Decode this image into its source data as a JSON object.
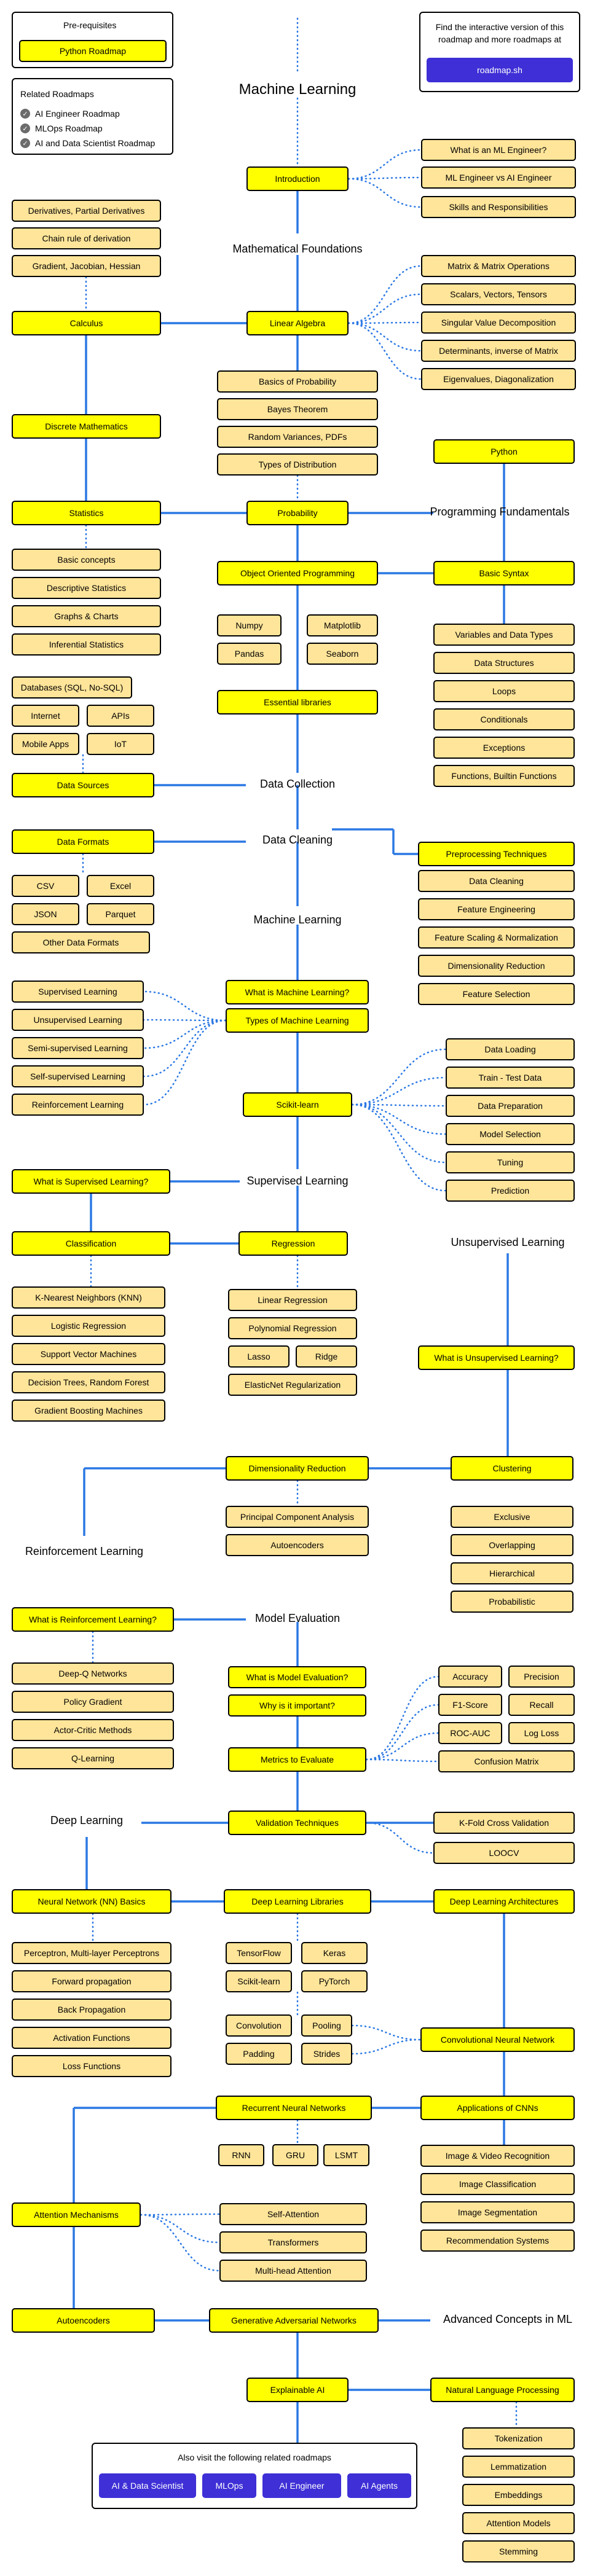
{
  "prerequisites": {
    "title": "Pre-requisites",
    "python_roadmap": "Python Roadmap"
  },
  "related_roadmaps": {
    "title": "Related Roadmaps",
    "items": [
      "AI Engineer Roadmap",
      "MLOps Roadmap",
      "AI and Data Scientist Roadmap"
    ]
  },
  "interactive": {
    "line1": "Find the interactive version of this",
    "line2": "roadmap and more roadmaps at",
    "button": "roadmap.sh"
  },
  "title": "Machine Learning",
  "intro": {
    "topic": "Introduction",
    "subs": [
      "What is an ML Engineer?",
      "ML Engineer vs AI Engineer",
      "Skills and Responsibilities"
    ]
  },
  "math": {
    "label": "Mathematical Foundations",
    "linear_algebra": "Linear Algebra",
    "la_subs": [
      "Matrix & Matrix Operations",
      "Scalars, Vectors, Tensors",
      "Singular Value Decomposition",
      "Determinants, inverse of Matrix",
      "Eigenvalues, Diagonalization"
    ],
    "calculus": "Calculus",
    "calc_subs": [
      "Derivatives, Partial Derivatives",
      "Chain rule of derivation",
      "Gradient, Jacobian, Hessian"
    ],
    "discrete": "Discrete Mathematics",
    "probability": "Probability",
    "prob_subs": [
      "Basics of Probability",
      "Bayes Theorem",
      "Random Variances, PDFs",
      "Types of Distribution"
    ],
    "statistics": "Statistics",
    "stat_subs": [
      "Basic concepts",
      "Descriptive Statistics",
      "Graphs & Charts",
      "Inferential Statistics"
    ]
  },
  "programming": {
    "label": "Programming Fundamentals",
    "python": "Python",
    "basic_syntax": "Basic Syntax",
    "oop": "Object Oriented Programming",
    "syntax_subs": [
      "Variables and Data Types",
      "Data Structures",
      "Loops",
      "Conditionals",
      "Exceptions",
      "Functions, Builtin Functions"
    ],
    "essential": "Essential libraries",
    "libs": [
      "Numpy",
      "Matplotlib",
      "Pandas",
      "Seaborn"
    ]
  },
  "data_collection": {
    "label": "Data Collection",
    "sources": "Data Sources",
    "source_subs": [
      "Databases (SQL, No-SQL)",
      "Internet",
      "APIs",
      "Mobile Apps",
      "IoT"
    ]
  },
  "data_cleaning": {
    "label": "Data Cleaning",
    "formats": "Data Formats",
    "format_subs": [
      "CSV",
      "Excel",
      "JSON",
      "Parquet",
      "Other Data Formats"
    ],
    "preprocessing": "Preprocessing Techniques",
    "prep_subs": [
      "Data Cleaning",
      "Feature Engineering",
      "Feature Scaling & Normalization",
      "Dimensionality Reduction",
      "Feature Selection"
    ]
  },
  "ml": {
    "label": "Machine Learning",
    "what_is": "What is Machine Learning?",
    "types": "Types of Machine Learning",
    "type_subs": [
      "Supervised Learning",
      "Unsupervised Learning",
      "Semi-supervised Learning",
      "Self-supervised Learning",
      "Reinforcement Learning"
    ],
    "sklearn": "Scikit-learn",
    "sklearn_subs": [
      "Data Loading",
      "Train - Test Data",
      "Data Preparation",
      "Model Selection",
      "Tuning",
      "Prediction"
    ]
  },
  "supervised": {
    "label": "Supervised Learning",
    "what_is": "What is Supervised Learning?",
    "classification": "Classification",
    "class_subs": [
      "K-Nearest Neighbors (KNN)",
      "Logistic Regression",
      "Support Vector Machines",
      "Decision Trees, Random Forest",
      "Gradient Boosting Machines"
    ],
    "regression": "Regression",
    "reg_subs": [
      "Linear Regression",
      "Polynomial Regression",
      "Lasso",
      "Ridge",
      "ElasticNet Regularization"
    ]
  },
  "unsupervised": {
    "label": "Unsupervised Learning",
    "what_is": "What is Unsupervised Learning?",
    "dim_red": "Dimensionality Reduction",
    "dim_subs": [
      "Principal Component Analysis",
      "Autoencoders"
    ],
    "clustering": "Clustering",
    "clust_subs": [
      "Exclusive",
      "Overlapping",
      "Hierarchical",
      "Probabilistic"
    ]
  },
  "reinforcement": {
    "label": "Reinforcement Learning",
    "what_is": "What is Reinforcement Learning?",
    "subs": [
      "Deep-Q Networks",
      "Policy Gradient",
      "Actor-Critic Methods",
      "Q-Learning"
    ]
  },
  "evaluation": {
    "label": "Model Evaluation",
    "what_is": "What is Model Evaluation?",
    "why": "Why is it important?",
    "metrics": "Metrics to Evaluate",
    "metric_subs": [
      "Accuracy",
      "Precision",
      "F1-Score",
      "Recall",
      "ROC-AUC",
      "Log Loss",
      "Confusion Matrix"
    ],
    "validation": "Validation Techniques",
    "val_subs": [
      "K-Fold Cross Validation",
      "LOOCV"
    ]
  },
  "deep_learning": {
    "label": "Deep Learning",
    "nn_basics": "Neural Network (NN) Basics",
    "nn_subs": [
      "Perceptron, Multi-layer Perceptrons",
      "Forward propagation",
      "Back Propagation",
      "Activation Functions",
      "Loss Functions"
    ],
    "libraries": "Deep Learning Libraries",
    "lib_subs": [
      "TensorFlow",
      "Keras",
      "Scikit-learn",
      "PyTorch"
    ],
    "architectures": "Deep Learning Architectures",
    "cnn": "Convolutional Neural Network",
    "cnn_subs": [
      "Convolution",
      "Pooling",
      "Padding",
      "Strides"
    ],
    "rnn": "Recurrent Neural Networks",
    "rnn_subs": [
      "RNN",
      "GRU",
      "LSMT"
    ],
    "apps": "Applications of CNNs",
    "app_subs": [
      "Image & Video Recognition",
      "Image Classification",
      "Image Segmentation",
      "Recommendation Systems"
    ],
    "attention": "Attention Mechanisms",
    "att_subs": [
      "Self-Attention",
      "Transformers",
      "Multi-head Attention"
    ],
    "autoencoders": "Autoencoders",
    "gan": "Generative Adversarial Networks"
  },
  "advanced": {
    "label": "Advanced Concepts in ML",
    "xai": "Explainable AI",
    "nlp": "Natural Language Processing",
    "nlp_subs": [
      "Tokenization",
      "Lemmatization",
      "Embeddings",
      "Attention Models",
      "Stemming"
    ]
  },
  "footer": {
    "title": "Also visit the following related roadmaps",
    "buttons": [
      "AI & Data Scientist",
      "MLOps",
      "AI Engineer",
      "AI Agents"
    ]
  },
  "colors": {
    "topic": "#ffff00",
    "subtopic": "#ffe599",
    "line": "#2b78e4",
    "button": "#3e2fd6"
  }
}
